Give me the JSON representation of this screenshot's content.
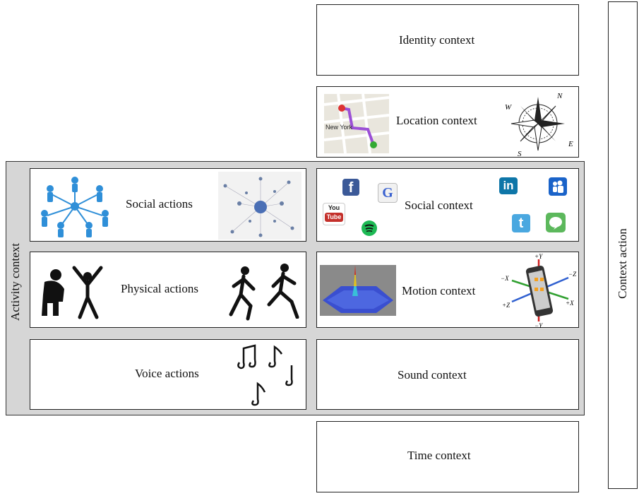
{
  "diagram": {
    "identity": "Identity context",
    "location": "Location context",
    "activity": "Activity context",
    "social_actions": "Social actions",
    "social_context": "Social context",
    "physical_actions": "Physical actions",
    "motion_context": "Motion context",
    "voice_actions": "Voice actions",
    "sound_context": "Sound context",
    "time": "Time context",
    "context_action": "Context action"
  },
  "map_text": {
    "city": "New York"
  },
  "compass": {
    "n": "N",
    "s": "S",
    "e": "E",
    "w": "W"
  },
  "axes": {
    "py": "+Y",
    "ny": "−Y",
    "px": "+X",
    "nx": "−X",
    "pz": "+Z",
    "nz": "−Z"
  },
  "logos": {
    "facebook": "f",
    "google": "G",
    "youtube_top": "You",
    "youtube_bottom": "Tube",
    "linkedin": "in",
    "twitter": "t"
  },
  "colors": {
    "panel": "#d6d6d6",
    "border": "#222222",
    "facebook": "#3b5998",
    "linkedin": "#0e76a8",
    "twitter": "#4aa8e0",
    "youtube": "#c4302b",
    "spotify": "#1db954",
    "people": "#2f8fd8"
  }
}
